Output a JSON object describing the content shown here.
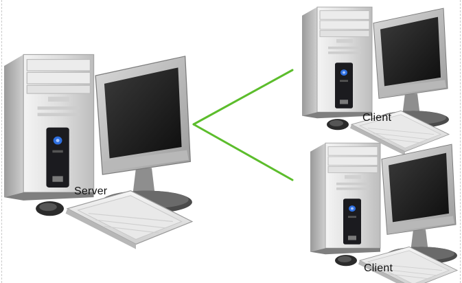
{
  "nodes": {
    "server": {
      "label": "Server"
    },
    "client_top": {
      "label": "Client"
    },
    "client_bottom": {
      "label": "Client"
    }
  },
  "colors": {
    "link": "#5cbd2c",
    "case_light": "#e6e6e6",
    "case_mid": "#c4c4c4",
    "case_dark": "#8a8a8a",
    "panel_dark": "#1b1b1f",
    "screen": "#1a1a1a",
    "accent_blue": "#2e6fe0"
  }
}
